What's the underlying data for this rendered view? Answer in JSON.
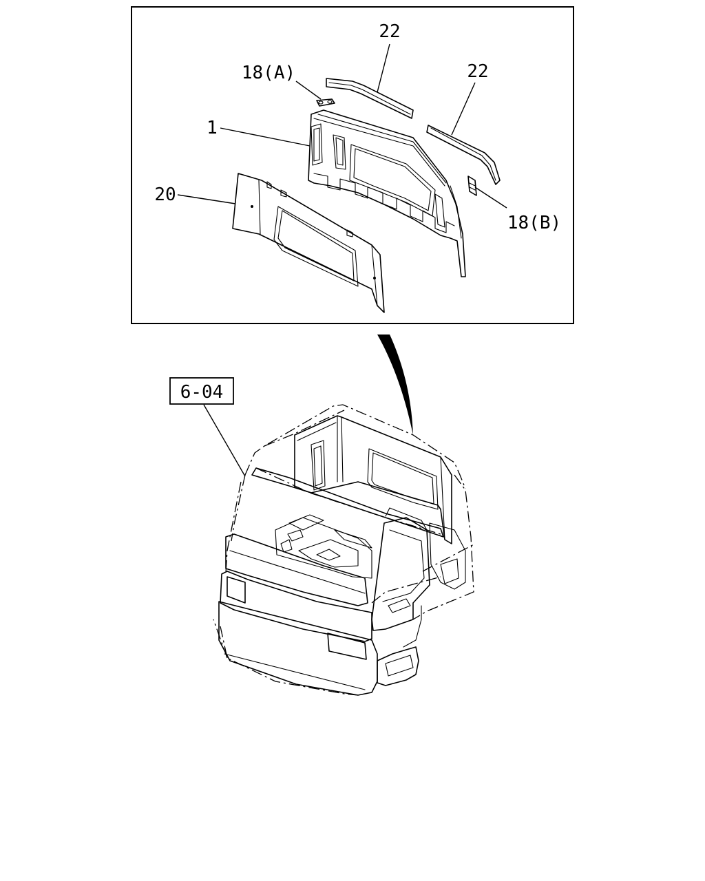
{
  "callouts": {
    "part_1": "1",
    "part_20": "20",
    "part_22_left": "22",
    "part_22_right": "22",
    "part_18a": "18(A)",
    "part_18b": "18(B)"
  },
  "reference": {
    "box_label": "6-04"
  }
}
